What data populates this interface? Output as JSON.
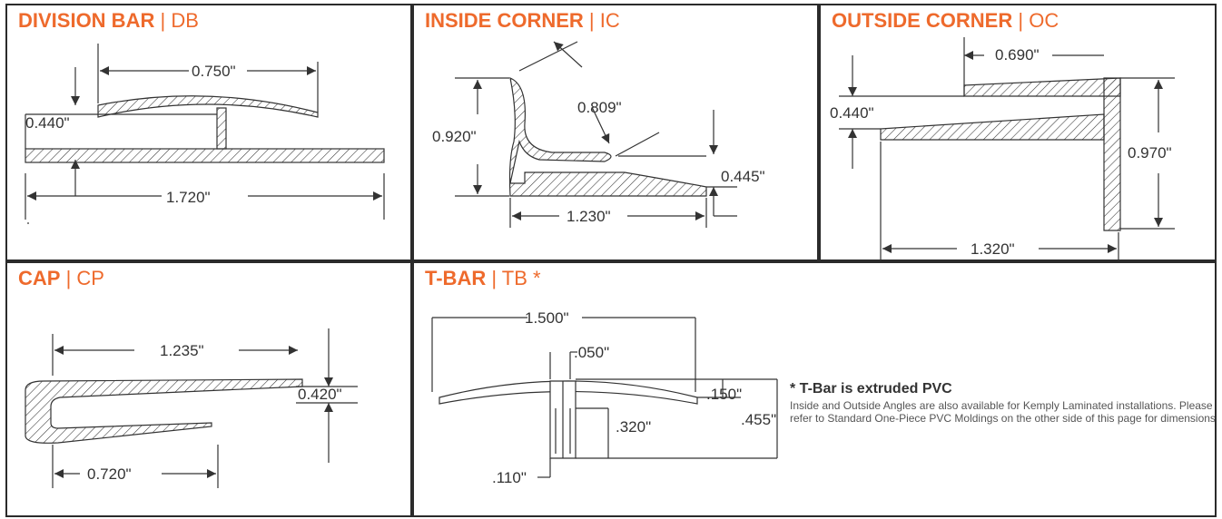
{
  "accent_color": "#ee6a2c",
  "panels": {
    "division_bar": {
      "name": "DIVISION BAR",
      "sep": " | ",
      "code": "DB",
      "dims": {
        "width_top": "0.750\"",
        "height": "0.440\"",
        "width_base": "1.720\""
      }
    },
    "inside_corner": {
      "name": "INSIDE CORNER",
      "sep": " | ",
      "code": "IC",
      "dims": {
        "diag": "0.809\"",
        "height": "0.920\"",
        "lip": "0.445\"",
        "width": "1.230\""
      }
    },
    "outside_corner": {
      "name": "OUTSIDE CORNER",
      "sep": " | ",
      "code": "OC",
      "dims": {
        "top": "0.690\"",
        "gap": "0.440\"",
        "height": "0.970\"",
        "width": "1.320\""
      }
    },
    "cap": {
      "name": "CAP",
      "sep": " | ",
      "code": "CP",
      "dims": {
        "width_top": "1.235\"",
        "height": "0.420\"",
        "width_bottom": "0.720\""
      }
    },
    "t_bar": {
      "name": "T-BAR",
      "sep": " | ",
      "code": "TB *",
      "dims": {
        "width": "1.500\"",
        "stem": ".050\"",
        "top_h": ".150\"",
        "total_h": ".455\"",
        "slot": ".320\"",
        "base": ".110\""
      },
      "note": {
        "heading": "* T-Bar is extruded PVC",
        "body": "Inside and Outside Angles are also available for Kemply Laminated installations. Please refer to Standard One-Piece PVC Moldings on the other side of this page for dimensions"
      }
    }
  }
}
